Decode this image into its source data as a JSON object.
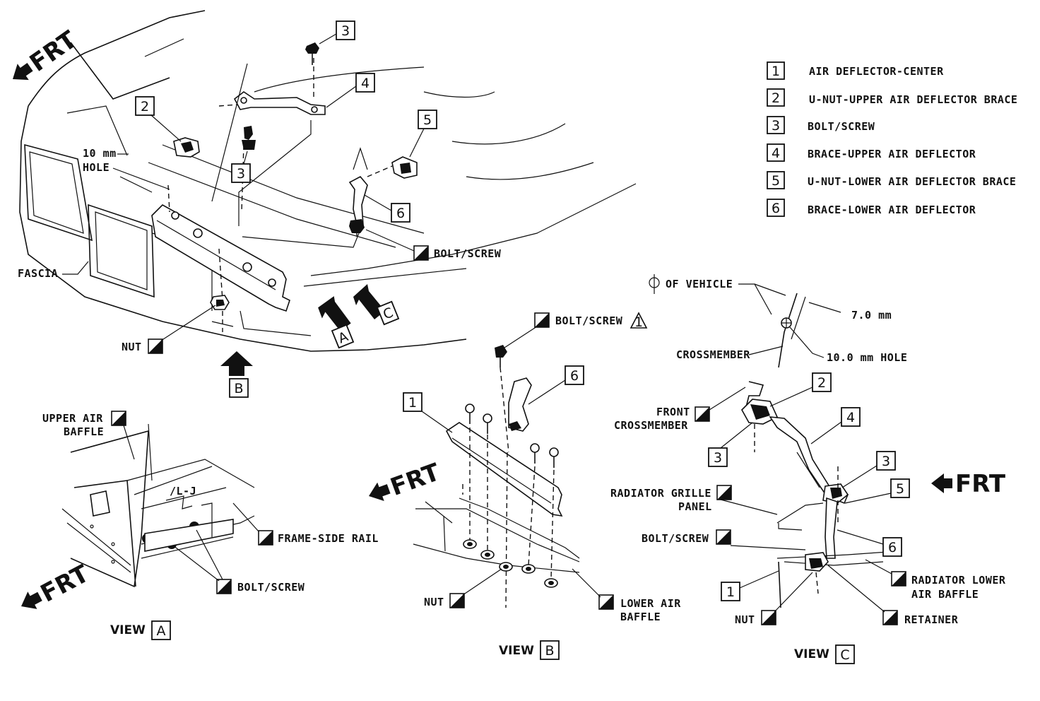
{
  "legend": [
    {
      "num": "1",
      "text": "AIR DEFLECTOR-CENTER"
    },
    {
      "num": "2",
      "text": "U-NUT-UPPER AIR DEFLECTOR BRACE"
    },
    {
      "num": "3",
      "text": "BOLT/SCREW"
    },
    {
      "num": "4",
      "text": "BRACE-UPPER AIR DEFLECTOR"
    },
    {
      "num": "5",
      "text": "U-NUT-LOWER AIR DEFLECTOR BRACE"
    },
    {
      "num": "6",
      "text": "BRACE-LOWER AIR DEFLECTOR"
    }
  ],
  "frt": "FRT",
  "views": {
    "a": "VIEW",
    "a_letter": "A",
    "b": "VIEW",
    "b_letter": "B",
    "c": "VIEW",
    "c_letter": "C"
  },
  "arrows": {
    "a": "A",
    "b": "B",
    "c": "C"
  },
  "callouts": {
    "n1": "1",
    "n2": "2",
    "n3": "3",
    "n4": "4",
    "n5": "5",
    "n6": "6",
    "caution": "1"
  },
  "labels": {
    "hole_a": "10 mm",
    "hole_b": "HOLE",
    "fascia": "FASCIA",
    "nut": "NUT",
    "bolt_screw": "BOLT/SCREW",
    "upper_air_baffle_a": "UPPER AIR",
    "upper_air_baffle_b": "BAFFLE",
    "frame_side_rail": "FRAME-SIDE RAIL",
    "lower_air_baffle_a": "LOWER AIR",
    "lower_air_baffle_b": "BAFFLE",
    "cl_vehicle": "OF VEHICLE",
    "dim_7": "7.0 mm",
    "crossmember": "CROSSMEMBER",
    "hole_10": "10.0 mm HOLE",
    "front_crossmember_a": "FRONT",
    "front_crossmember_b": "CROSSMEMBER",
    "radiator_grille_a": "RADIATOR GRILLE",
    "radiator_grille_b": "PANEL",
    "radiator_lower_a": "RADIATOR LOWER",
    "radiator_lower_b": "AIR BAFFLE",
    "retainer": "RETAINER"
  }
}
